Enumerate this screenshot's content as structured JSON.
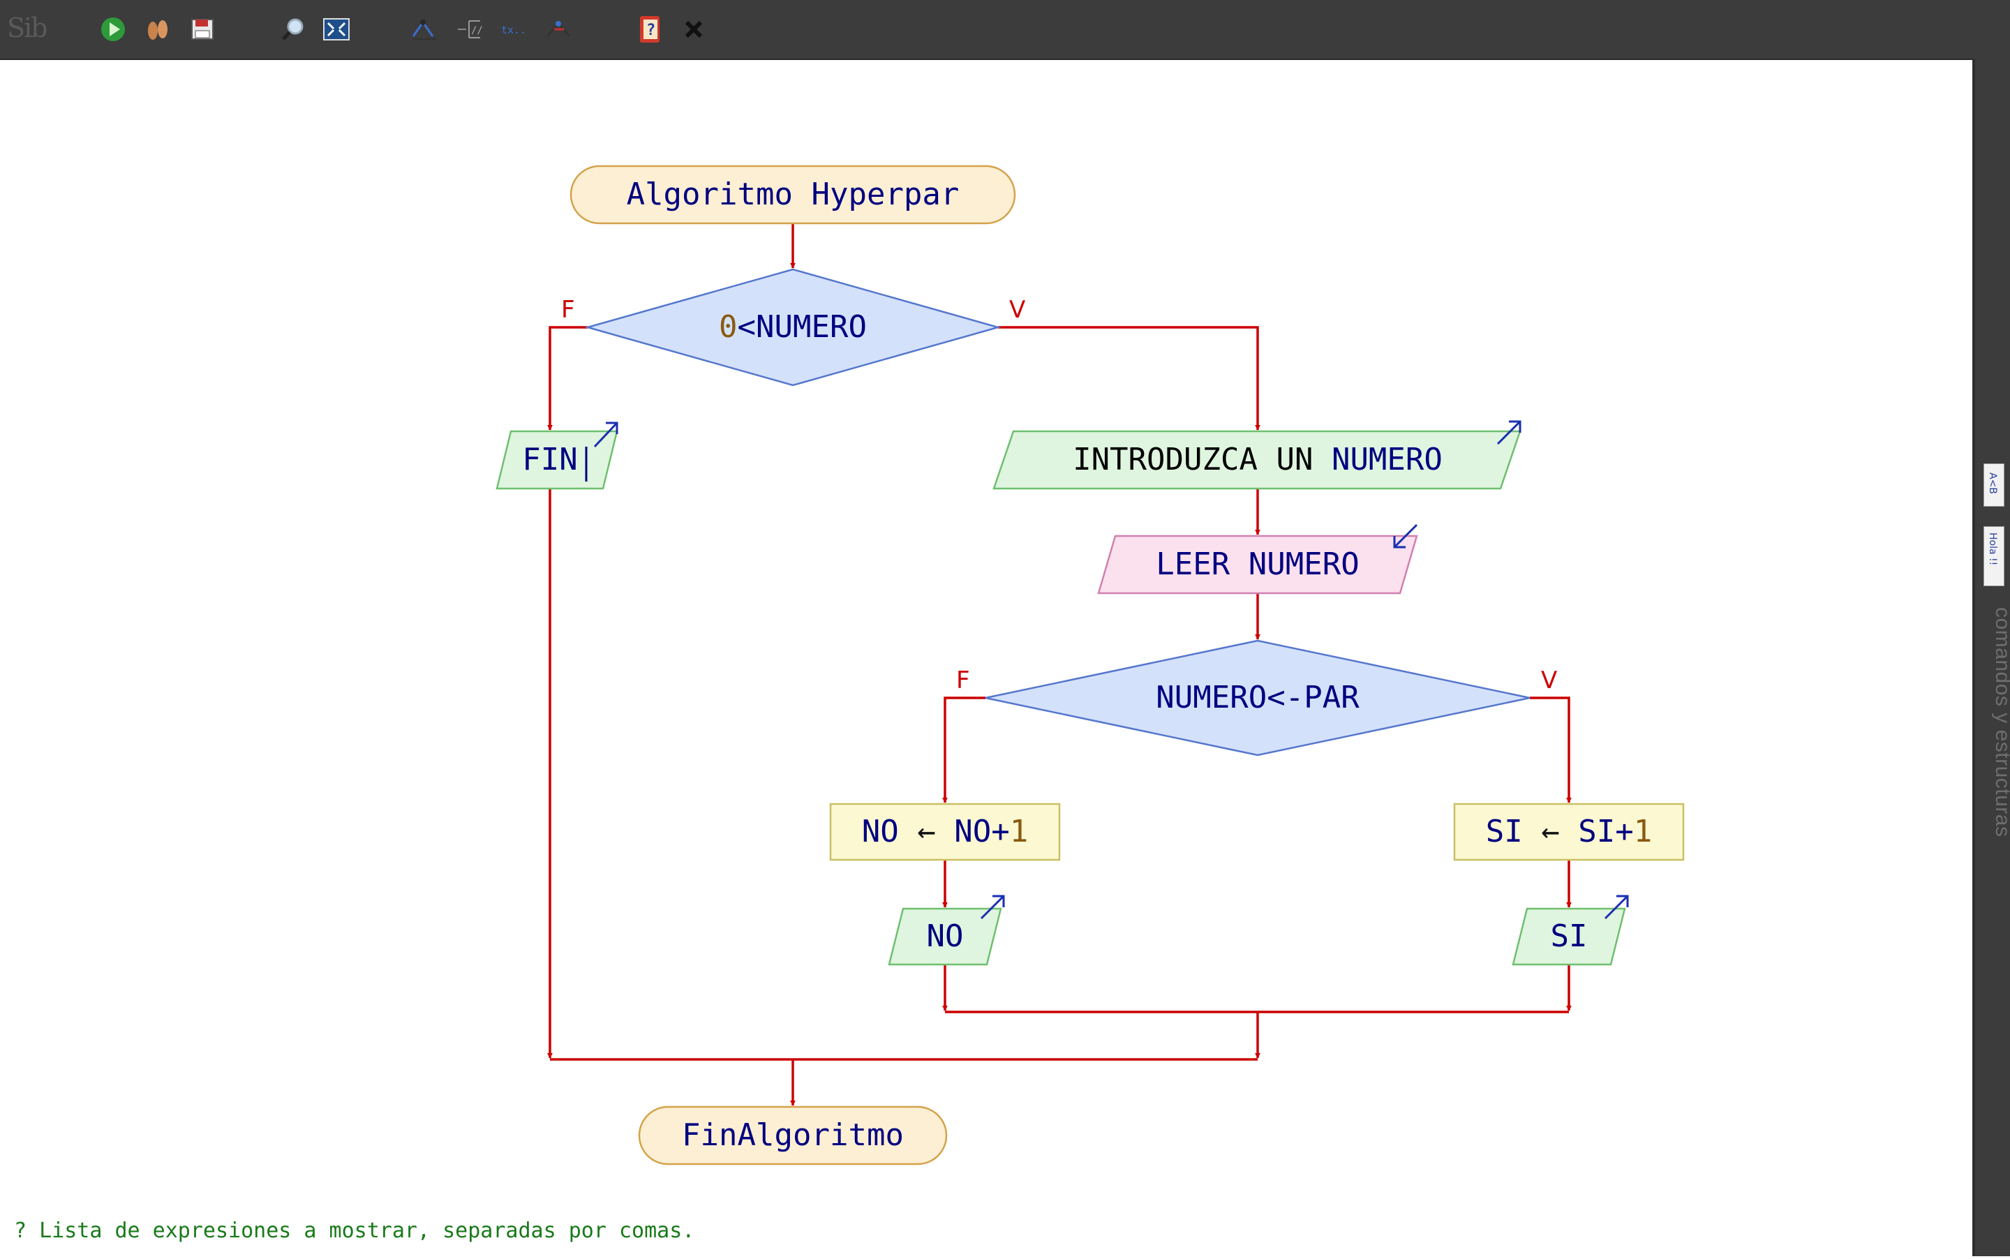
{
  "app": {
    "logo_text": "Sib"
  },
  "toolbar": {
    "icons": [
      "run-icon",
      "step-icon",
      "export-icon",
      "zoom-icon",
      "fit-icon",
      "edit-icon",
      "comment-icon",
      "variables-icon",
      "style-icon",
      "help-icon",
      "close-icon"
    ]
  },
  "side_panel": {
    "label": "comandos y estructuras",
    "tab1": "A<B",
    "tab2": "Hola !!"
  },
  "flowchart": {
    "title": "Algoritmo Hyperpar",
    "cond1": {
      "number": "0",
      "rest": "<NUMERO",
      "true_label": "V",
      "false_label": "F"
    },
    "fin_output": "FIN",
    "prompt_output": {
      "text": "INTRODUZCA UN ",
      "var": "NUMERO"
    },
    "read_input": "LEER NUMERO",
    "cond2": {
      "text": "NUMERO<-PAR",
      "true_label": "V",
      "false_label": "F"
    },
    "assign_no": {
      "var": "NO",
      "arrow": "←",
      "expr": "NO+",
      "num": "1"
    },
    "assign_si": {
      "var": "SI",
      "arrow": "←",
      "expr": "SI+",
      "num": "1"
    },
    "out_no": "NO",
    "out_si": "SI",
    "end": "FinAlgoritmo"
  },
  "status_bar": {
    "text": "? Lista de expresiones a mostrar, separadas por comas."
  }
}
